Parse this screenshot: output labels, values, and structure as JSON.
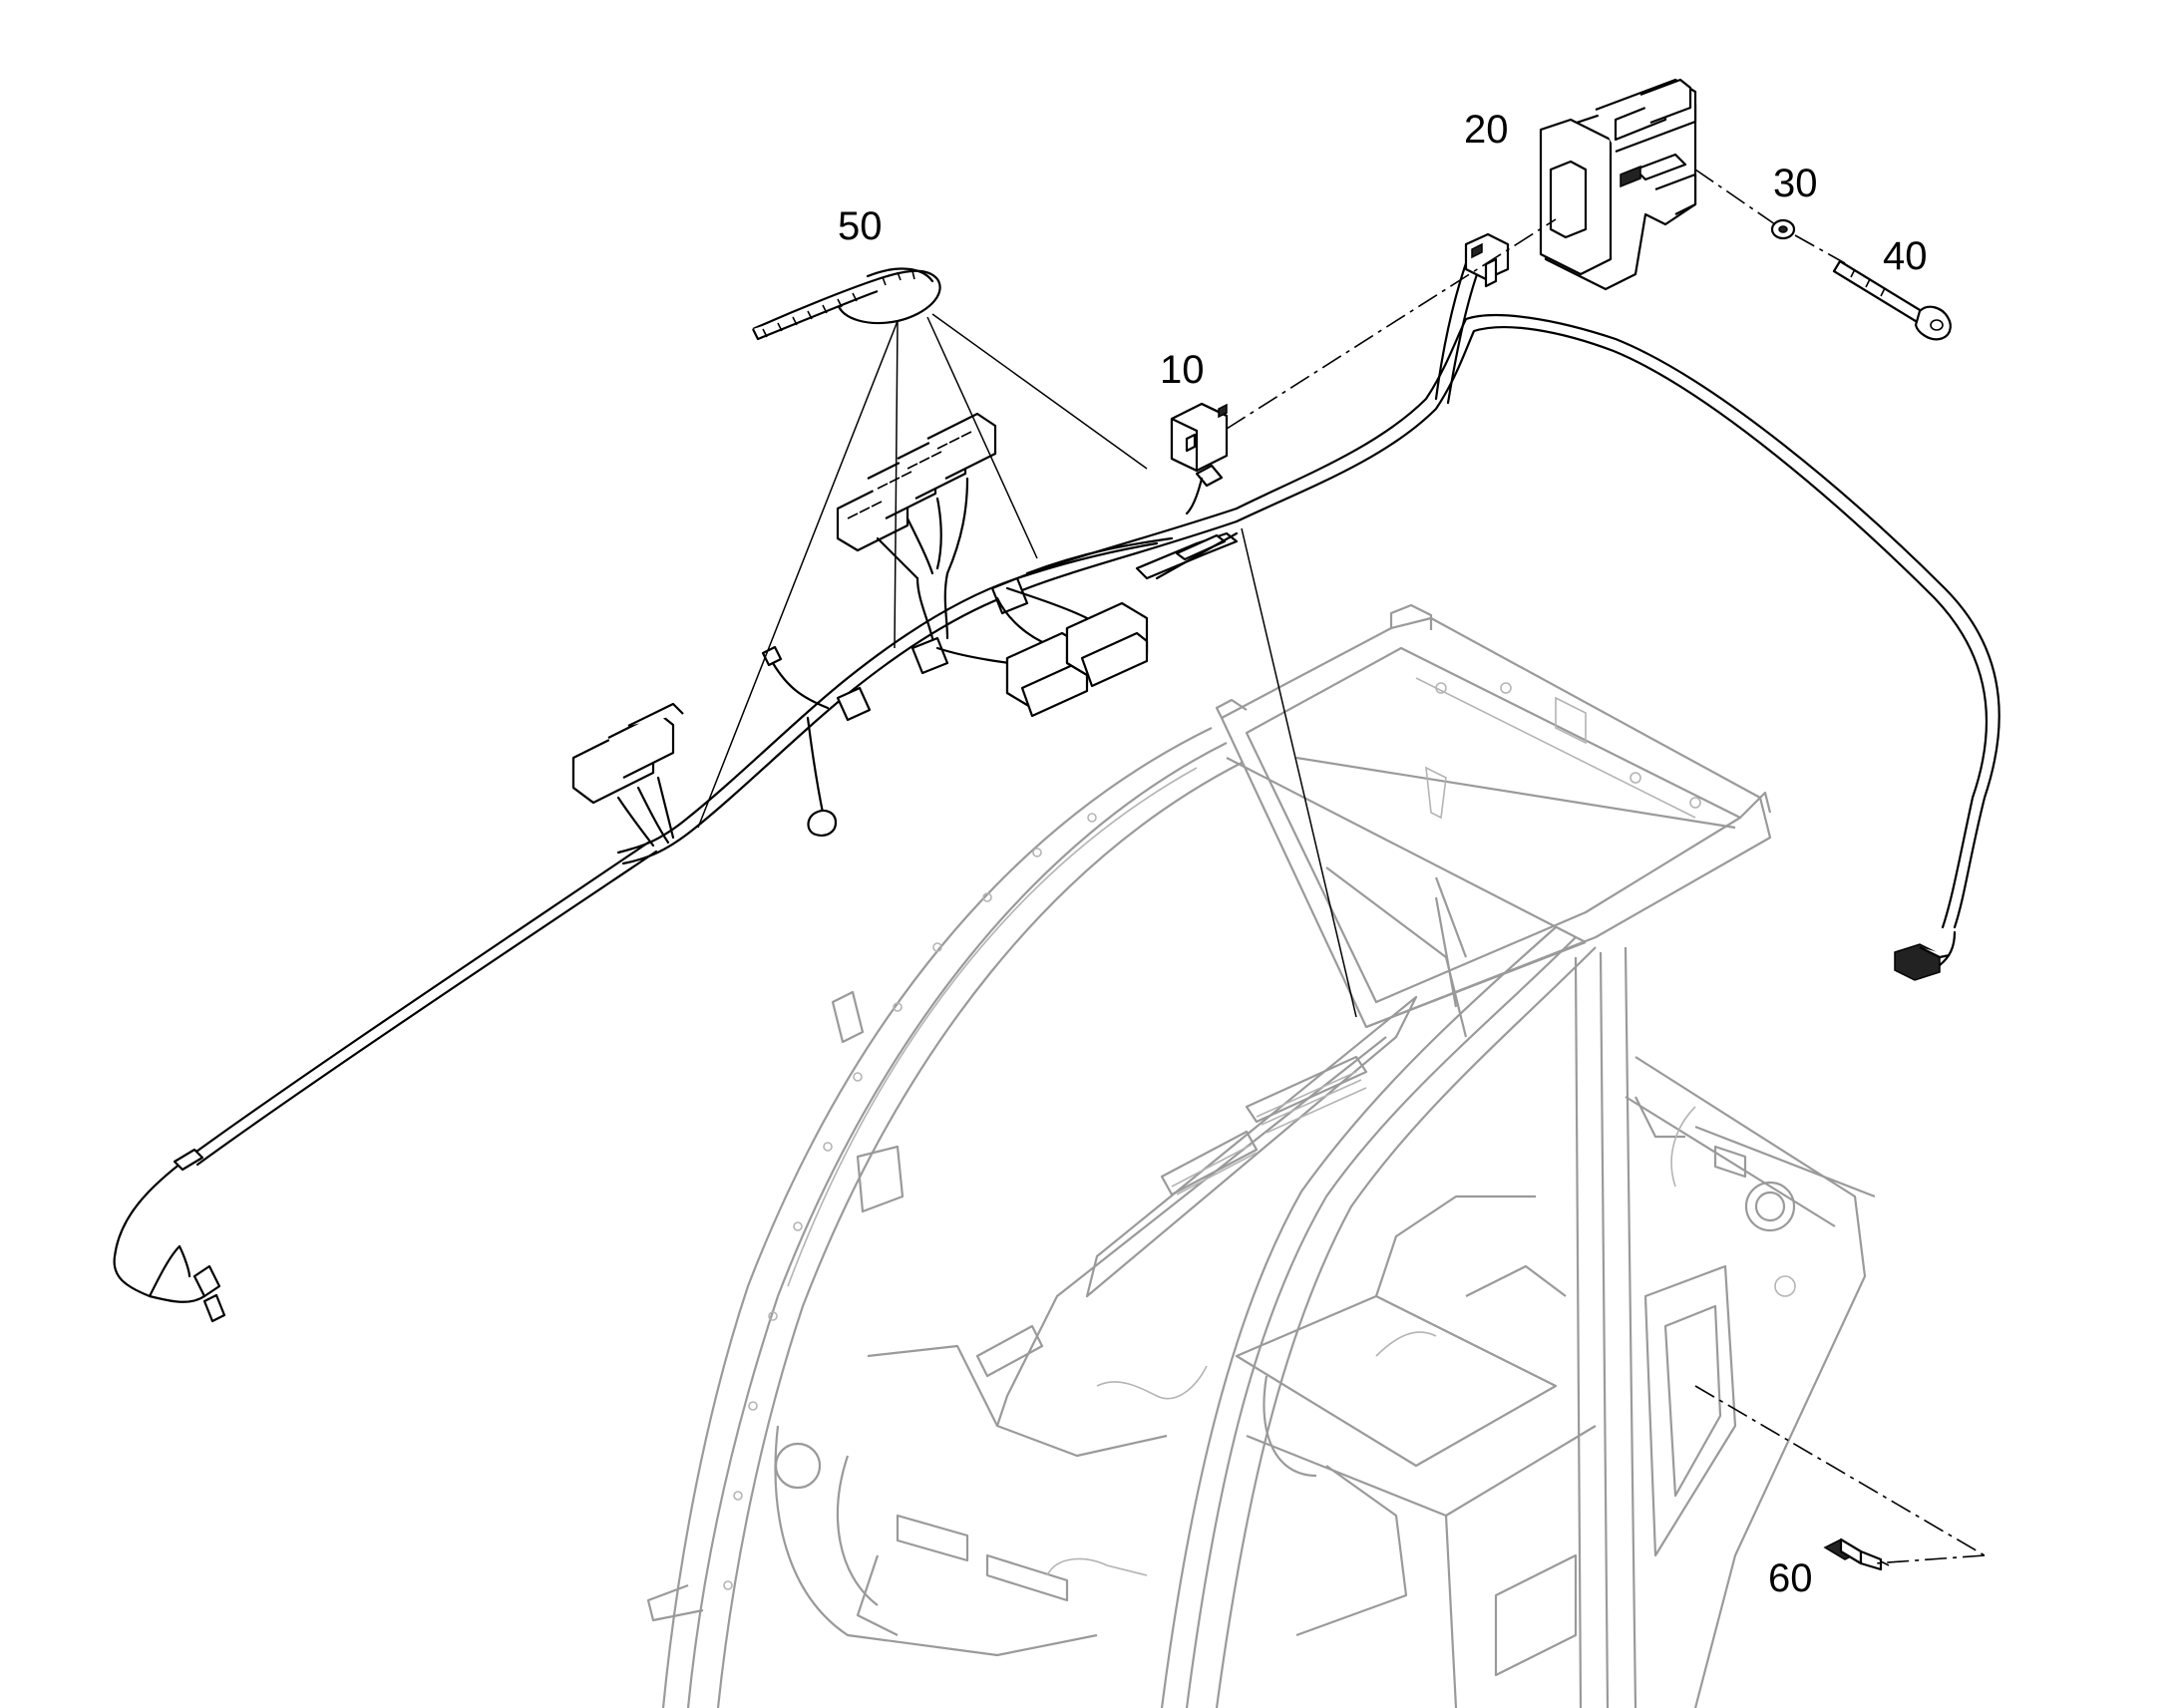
{
  "diagram": {
    "callouts": [
      {
        "id": "10",
        "label": "10"
      },
      {
        "id": "20",
        "label": "20"
      },
      {
        "id": "30",
        "label": "30"
      },
      {
        "id": "40",
        "label": "40"
      },
      {
        "id": "50",
        "label": "50"
      },
      {
        "id": "60",
        "label": "60"
      }
    ],
    "colors": {
      "lines": "#000000",
      "background_cab": "#9a9a9a",
      "background": "#ffffff"
    }
  }
}
